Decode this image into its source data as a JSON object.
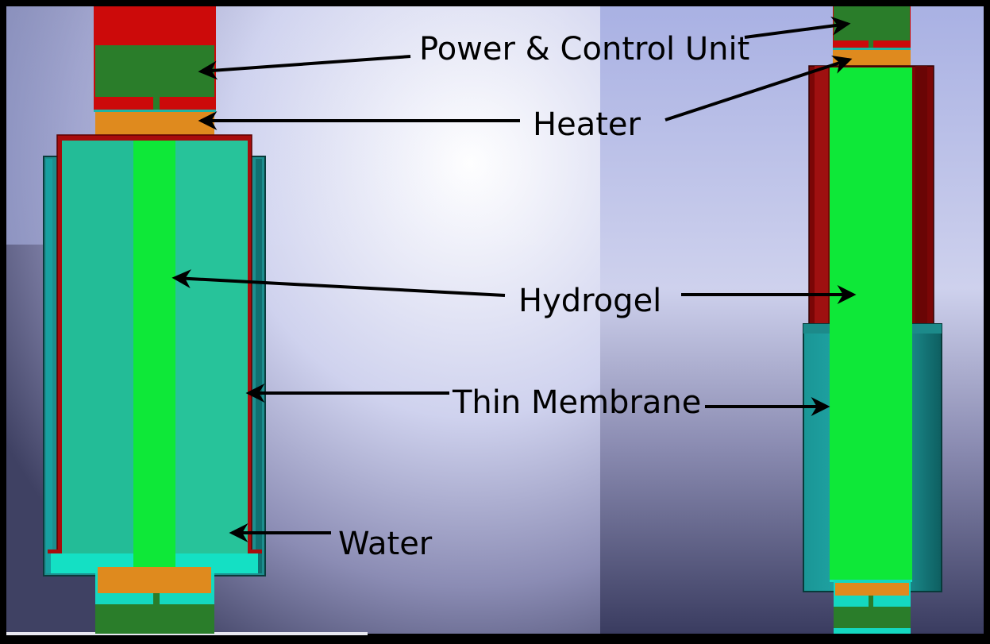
{
  "labels": {
    "power_control_unit": "Power & Control Unit",
    "heater": "Heater",
    "hydrogel": "Hydrogel",
    "thin_membrane": "Thin Membrane",
    "water": "Water"
  },
  "colors": {
    "frame": "#000000",
    "control_unit_red": "#cc0a0a",
    "control_unit_green": "#2a7d2a",
    "heater_orange": "#df8a1e",
    "hydrogel_green": "#0ee838",
    "water_teal": "#27c39a",
    "water_bright": "#14e0c4",
    "outer_shell_teal": "#1d8e8e",
    "membrane_dark_red": "#7a0606",
    "membrane_red": "#b30f0f",
    "arrow": "#000000"
  }
}
